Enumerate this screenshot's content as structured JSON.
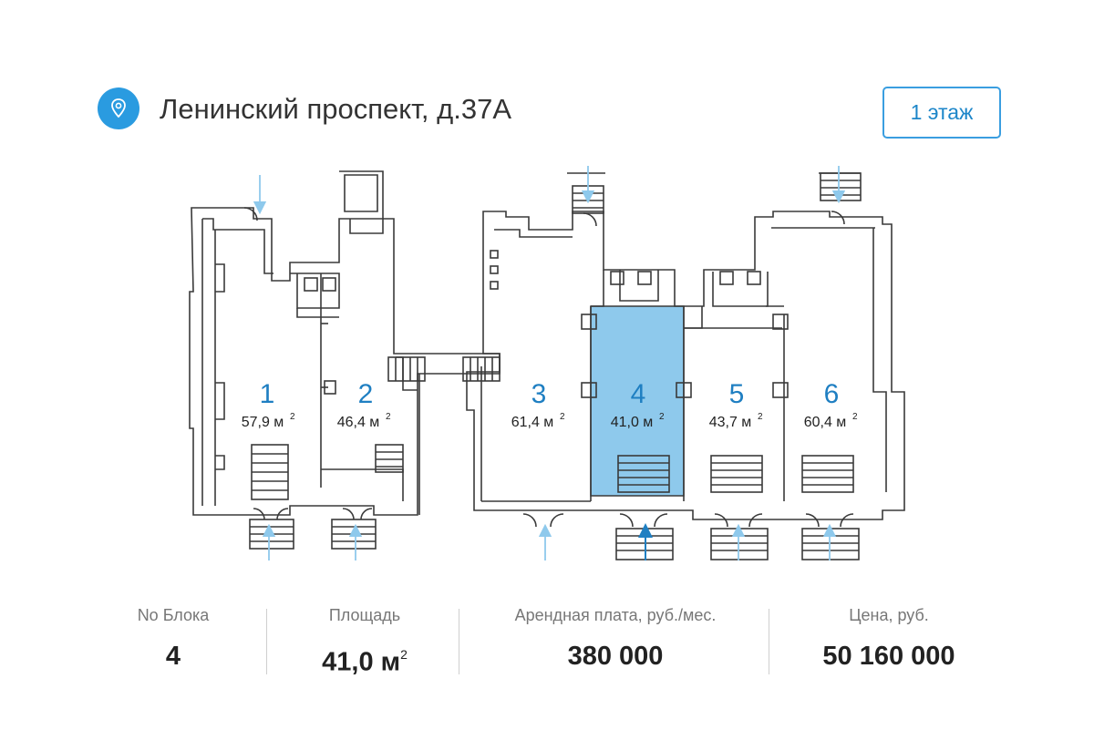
{
  "header": {
    "pin_icon": "map-pin-icon",
    "address": "Ленинский проспект, д.37А",
    "floor_button": "1 этаж"
  },
  "colors": {
    "accent": "#2a9be0",
    "selected_fill": "#8ec9ec",
    "wall": "#3a3a3a",
    "arrow": "#8ec9ec"
  },
  "plan": {
    "units": [
      {
        "number": "1",
        "area": "57,9 м",
        "sup": "2",
        "selected": false
      },
      {
        "number": "2",
        "area": "46,4 м",
        "sup": "2",
        "selected": false
      },
      {
        "number": "3",
        "area": "61,4 м",
        "sup": "2",
        "selected": false
      },
      {
        "number": "4",
        "area": "41,0 м",
        "sup": "2",
        "selected": true
      },
      {
        "number": "5",
        "area": "43,7 м",
        "sup": "2",
        "selected": false
      },
      {
        "number": "6",
        "area": "60,4 м",
        "sup": "2",
        "selected": false
      }
    ]
  },
  "stats": {
    "block_label": "No Блока",
    "block_value": "4",
    "area_label": "Площадь",
    "area_value": "41,0 м",
    "area_sup": "2",
    "rent_label": "Арендная плата, руб./мес.",
    "rent_value": "380 000",
    "price_label": "Цена, руб.",
    "price_value": "50 160 000"
  }
}
